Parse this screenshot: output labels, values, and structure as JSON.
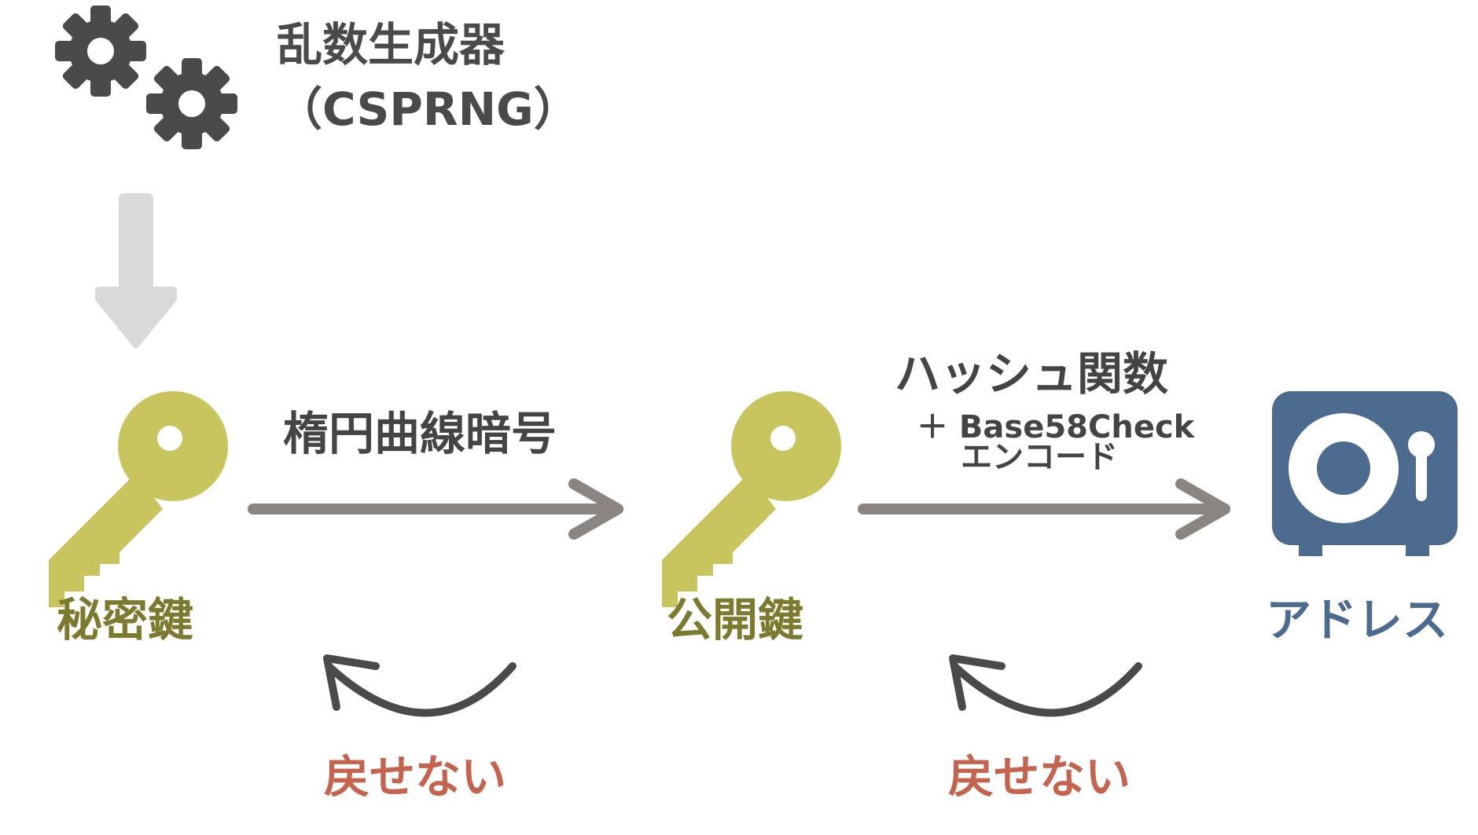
{
  "colors": {
    "key": "#c8c55f",
    "key_label": "#7c7a2e",
    "address": "#4d6b8e",
    "arrow": "#8a8580",
    "down_arrow": "#d9d9d9",
    "gear": "#4a4a4a",
    "irreversible": "#c5634e",
    "curved_arrow": "#4a4a4a"
  },
  "rng": {
    "label": "乱数生成器",
    "sub": "（CSPRNG）",
    "icon": "gears-icon"
  },
  "nodes": {
    "private_key": {
      "label": "秘密鍵",
      "icon": "key-icon"
    },
    "public_key": {
      "label": "公開鍵",
      "icon": "key-icon"
    },
    "address": {
      "label": "アドレス",
      "icon": "safe-icon"
    }
  },
  "edges": {
    "ecc": {
      "label": "楕円曲線暗号"
    },
    "hash": {
      "label": "ハッシュ関数",
      "sub1": "＋ Base58Check",
      "sub2": "エンコード"
    }
  },
  "irreversible": [
    "戻せない",
    "戻せない"
  ]
}
